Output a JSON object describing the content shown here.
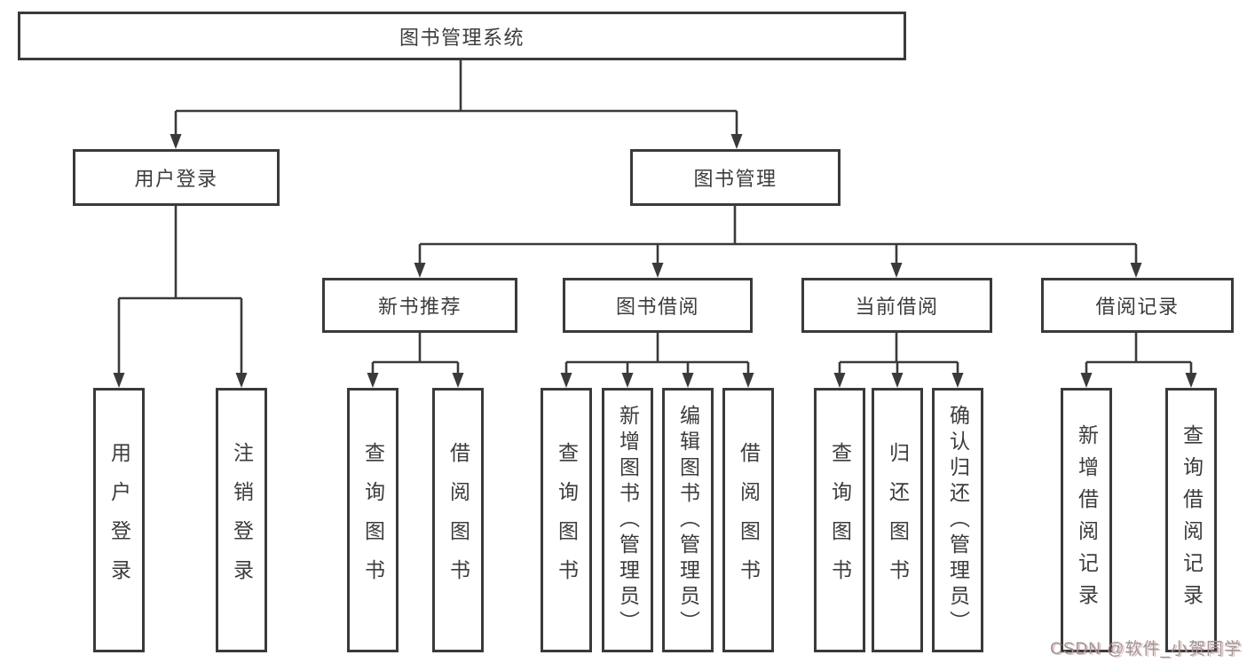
{
  "tree": {
    "root": "图书管理系统",
    "login": {
      "label": "用户登录",
      "children": [
        "用户登录",
        "注销登录"
      ]
    },
    "manage": {
      "label": "图书管理"
    },
    "recommend": {
      "label": "新书推荐",
      "children": [
        "查询图书",
        "借阅图书"
      ]
    },
    "borrow": {
      "label": "图书借阅",
      "children": [
        "查询图书",
        "新增图书（管理员）",
        "编辑图书（管理员）",
        "借阅图书"
      ]
    },
    "current": {
      "label": "当前借阅",
      "children": [
        "查询图书",
        "归还图书",
        "确认归还（管理员）"
      ]
    },
    "records": {
      "label": "借阅记录",
      "children": [
        "新增借阅记录",
        "查询借阅记录"
      ]
    }
  },
  "colors": {
    "line": "#3a3a3a",
    "text": "#3c3c3c",
    "watermark_gray": "#9a9a9a"
  },
  "watermark": {
    "text": "CSDN @软件_小贺同学"
  }
}
